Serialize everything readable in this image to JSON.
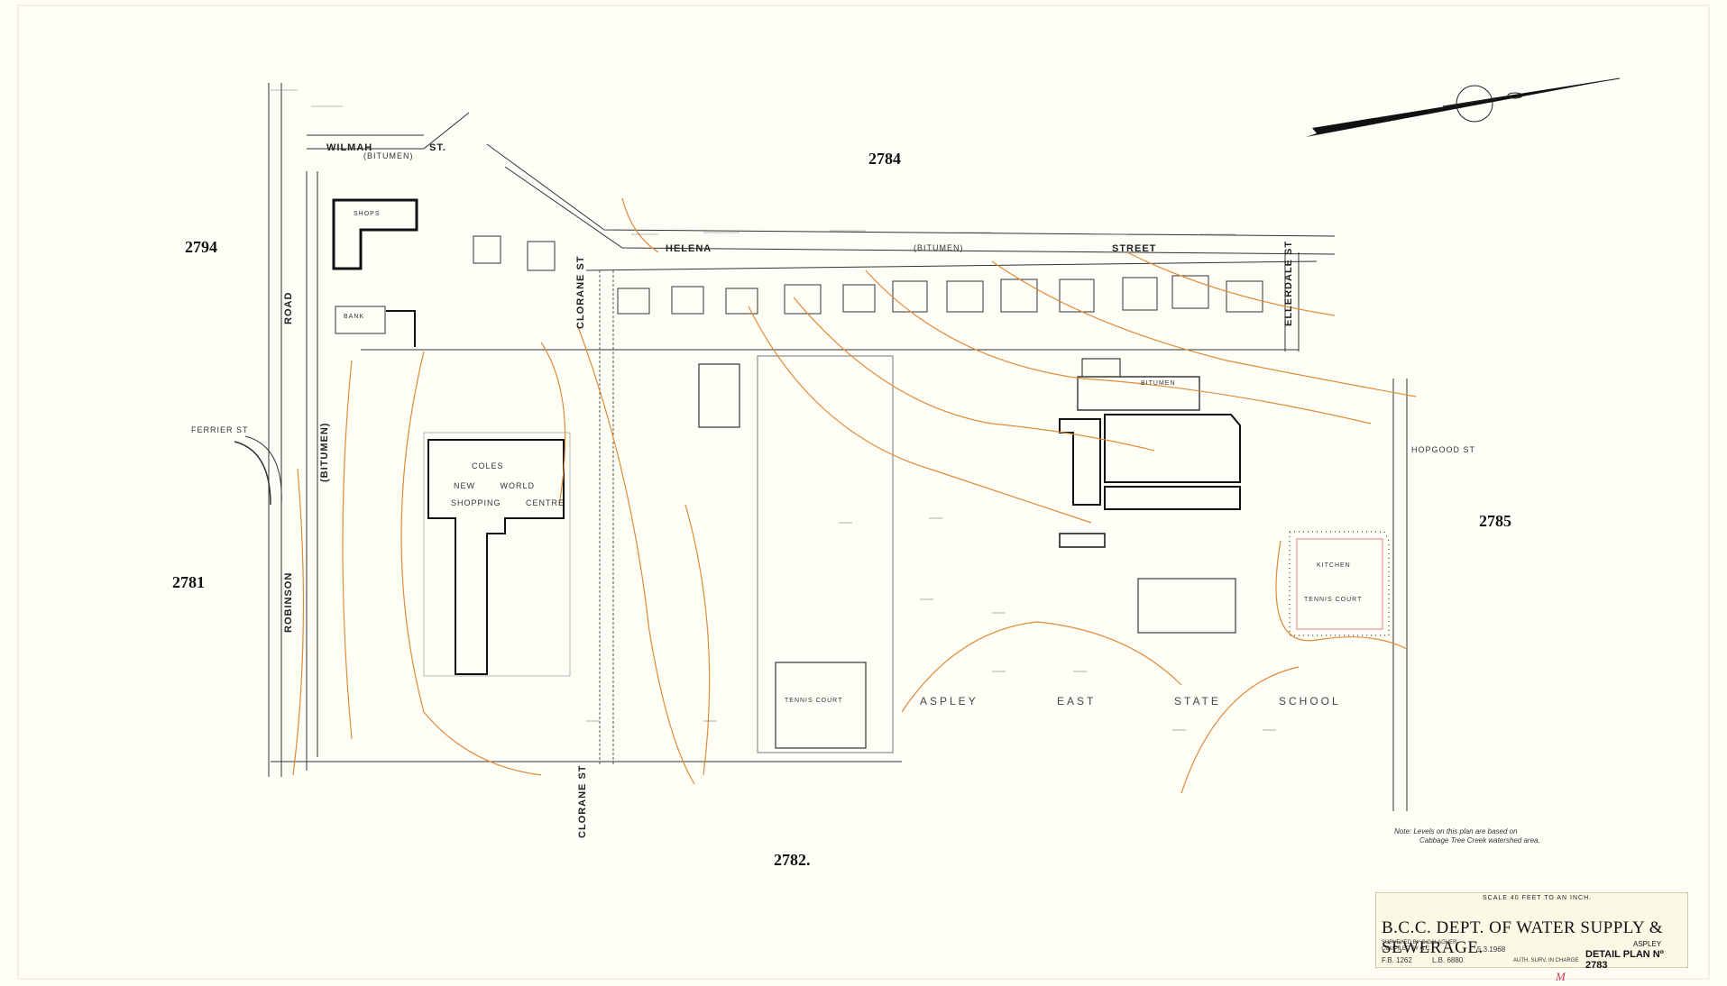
{
  "adjacent_sheets": {
    "north": "2784",
    "west_upper": "2794",
    "west_lower": "2781",
    "east": "2785",
    "south": "2782."
  },
  "streets": {
    "wilmah": "WILMAH",
    "wilmah_suffix": "ST.",
    "helena": "HELENA",
    "helena_street": "STREET",
    "road": "ROAD",
    "robinson": "ROBINSON",
    "clorane_north": "CLORANE ST",
    "clorane_south": "CLORANE ST",
    "ellerdale": "ELLERDALE ST",
    "ferrier": "FERRIER ST",
    "hopgood": "HOPGOOD ST",
    "bitumen_1": "(BITUMEN)",
    "bitumen_2": "(BITUMEN)",
    "bitumen_3": "(BITUMEN)"
  },
  "places": {
    "shops": "SHOPS",
    "bank": "BANK",
    "coles": "COLES",
    "new_world": "NEW WORLD",
    "shopping_centre": "SHOPPING CENTRE",
    "tennis_court": "TENNIS COURT",
    "kitchen": "KITCHEN",
    "tennis_court_2": "TENNIS COURT",
    "school_words": [
      "ASPLEY",
      "EAST",
      "STATE",
      "SCHOOL"
    ],
    "bitumen_school": "BITUMEN"
  },
  "note": {
    "line1": "Note: Levels on this plan are based on",
    "line2": "Cabbage Tree Creek watershed area."
  },
  "title_block": {
    "scale": "SCALE 40 FEET TO AN INCH.",
    "department": "B.C.C. DEPT. OF WATER SUPPLY & SEWERAGE.",
    "surveyed_by": "SURVEYED BY C.GALAGHER",
    "compiled_by": "COMPILED BY G.C.",
    "date_of_survey": "5.3.1968",
    "fb": "F.B. 1262",
    "lb": "L.B. 6880",
    "authorised": "AUTH. SURV. IN CHARGE",
    "suburb": "ASPLEY",
    "plan_label": "DETAIL PLAN Nº",
    "plan_number": "2783"
  },
  "margin_mark": "M",
  "colors": {
    "paper": "#fffef6",
    "linework": "#333333",
    "contours": "#e08a3a",
    "ink_red": "#cc3322"
  }
}
